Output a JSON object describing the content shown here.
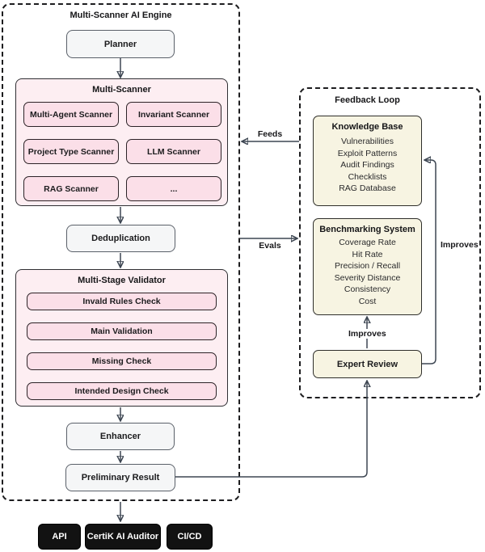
{
  "engine": {
    "title": "Multi-Scanner AI Engine",
    "planner_label": "Planner",
    "multi_scanner": {
      "title": "Multi-Scanner",
      "scanners": [
        "Multi-Agent Scanner",
        "Invariant Scanner",
        "Project Type Scanner",
        "LLM Scanner",
        "RAG Scanner",
        "..."
      ]
    },
    "deduplication_label": "Deduplication",
    "validator": {
      "title": "Multi-Stage Validator",
      "stages": [
        "Invald Rules Check",
        "Main Validation",
        "Missing Check",
        "Intended Design Check"
      ]
    },
    "enhancer_label": "Enhancer",
    "preliminary_result_label": "Preliminary Result"
  },
  "feedback": {
    "title": "Feedback Loop",
    "knowledge_base": {
      "title": "Knowledge Base",
      "items": [
        "Vulnerabilities",
        "Exploit Patterns",
        "Audit Findings",
        "Checklists",
        "RAG Database"
      ]
    },
    "benchmarking": {
      "title": "Benchmarking System",
      "items": [
        "Coverage Rate",
        "Hit Rate",
        "Precision / Recall",
        "Severity Distance",
        "Consistency",
        "Cost"
      ]
    },
    "expert_review_label": "Expert Review"
  },
  "edge_labels": {
    "feeds": "Feeds",
    "evals": "Evals",
    "improves_center": "Improves",
    "improves_right": "Improves"
  },
  "outputs": [
    "API",
    "CertiK AI Auditor",
    "CI/CD"
  ],
  "colors": {
    "pink_container": "#fdeef2",
    "pink_node": "#fbdfe8",
    "gray_node": "#f5f6f7",
    "beige_node": "#f7f4e2",
    "black_node": "#121212",
    "arrow": "#3d4652",
    "dashed_border": "#1d1d1f"
  }
}
